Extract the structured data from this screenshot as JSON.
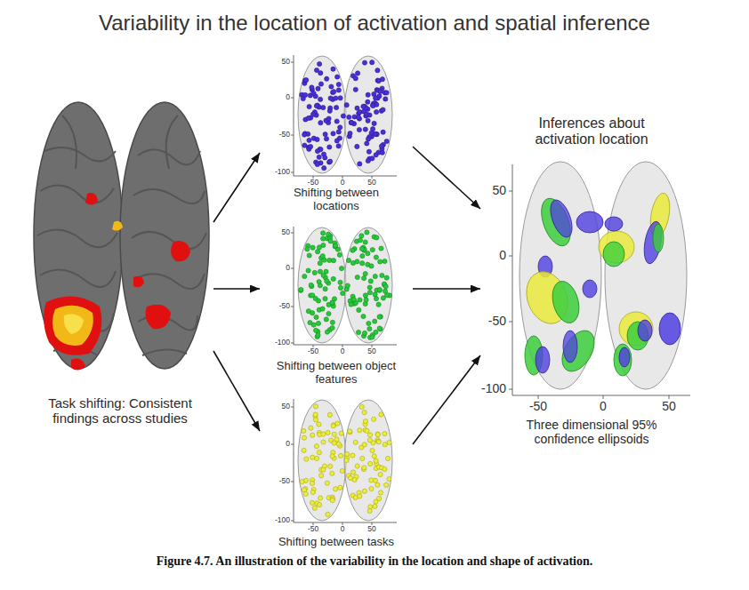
{
  "diagram": {
    "title": "Variability in the location of activation and spatial inference",
    "caption": "Figure 4.7. An illustration of the variability in the location and shape of activation.",
    "nodes": [
      {
        "text": [
          "Task shifting: Consistent findings across studies"
        ]
      },
      {
        "text": [
          "Shifting between locations"
        ]
      },
      {
        "text": [
          "Shifting between object features"
        ]
      },
      {
        "text": [
          "Shifting between tasks"
        ]
      },
      {
        "text": [
          "Inferences about activation location",
          "Three dimensional 95% confidence ellipsoids"
        ]
      }
    ],
    "edges": [
      {
        "from": 0,
        "to": 1,
        "arrow": "to"
      },
      {
        "from": 0,
        "to": 2,
        "arrow": "to"
      },
      {
        "from": 0,
        "to": 3,
        "arrow": "to"
      },
      {
        "from": 1,
        "to": 4,
        "arrow": "to"
      },
      {
        "from": 2,
        "to": 4,
        "arrow": "to"
      },
      {
        "from": 3,
        "to": 4,
        "arrow": "to"
      }
    ],
    "labels": [
      "50",
      "0",
      "-50",
      "-100",
      "-50",
      "0",
      "50",
      "50",
      "0",
      "-50",
      "-100",
      "-50",
      "0",
      "50",
      "50",
      "0",
      "-50",
      "-100",
      "-50",
      "0",
      "50",
      "50",
      "0",
      "-50",
      "-100",
      "-50",
      "0",
      "50"
    ]
  }
}
